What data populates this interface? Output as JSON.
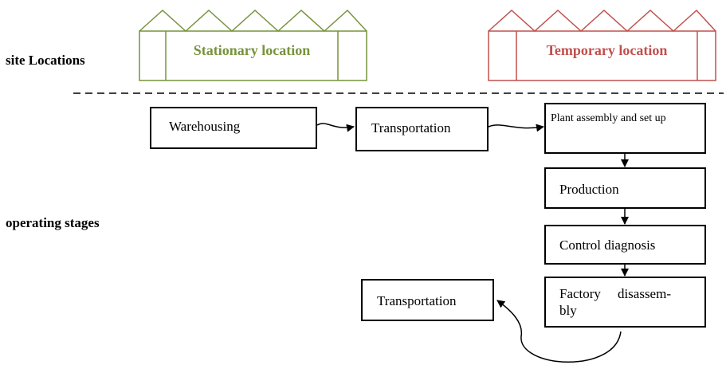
{
  "labels": {
    "site_locations": "site Locations",
    "operating_stages": "operating stages"
  },
  "factories": {
    "stationary": {
      "label": "Stationary location",
      "color": "#77933c"
    },
    "temporary": {
      "label": "Temporary location",
      "color": "#c0504d"
    }
  },
  "stages": {
    "warehousing": "Warehousing",
    "transportation_1": "Transportation",
    "plant_assembly": "Plant assembly and set up",
    "production": "Production",
    "control_diagnosis": "Control diagnosis",
    "factory_disassembly": "Factory disassem-bly",
    "transportation_2": "Transportation"
  },
  "colors": {
    "line": "#000000",
    "divider": "#000000"
  }
}
